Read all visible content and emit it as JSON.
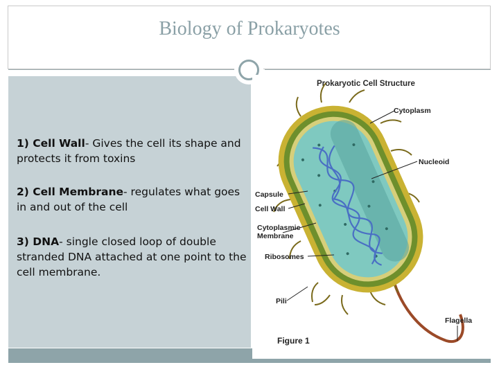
{
  "slide": {
    "title": "Biology of Prokaryotes"
  },
  "points": [
    {
      "term": "1) Cell Wall",
      "desc": "- Gives the cell its shape and protects it from toxins"
    },
    {
      "term": "2) Cell Membrane",
      "desc": "- regulates what goes in and out of the cell"
    },
    {
      "term": "3) DNA",
      "desc": "- single closed loop of double stranded DNA attached at one point to the cell membrane."
    }
  ],
  "figure": {
    "heading": "Prokaryotic Cell Structure",
    "caption": "Figure 1",
    "labels": {
      "cytoplasm": "Cytoplasm",
      "nucleoid": "Nucleoid",
      "capsule": "Capsule",
      "cell_wall": "Cell Wall",
      "cyto_membrane_1": "Cytoplasmic",
      "cyto_membrane_2": "Membrane",
      "ribosomes": "Ribosomes",
      "pili": "Pili",
      "flagella": "Flagella"
    }
  },
  "colors": {
    "title": "#8aa0a6",
    "panel": "#c6d2d6",
    "bar": "#8ea4a9",
    "capsule": "#c9b233",
    "cell_wall": "#6e8f2c",
    "cytoplasm": "#7fc9c0",
    "dna": "#4a6fc4",
    "flagellum": "#9b4a28"
  }
}
